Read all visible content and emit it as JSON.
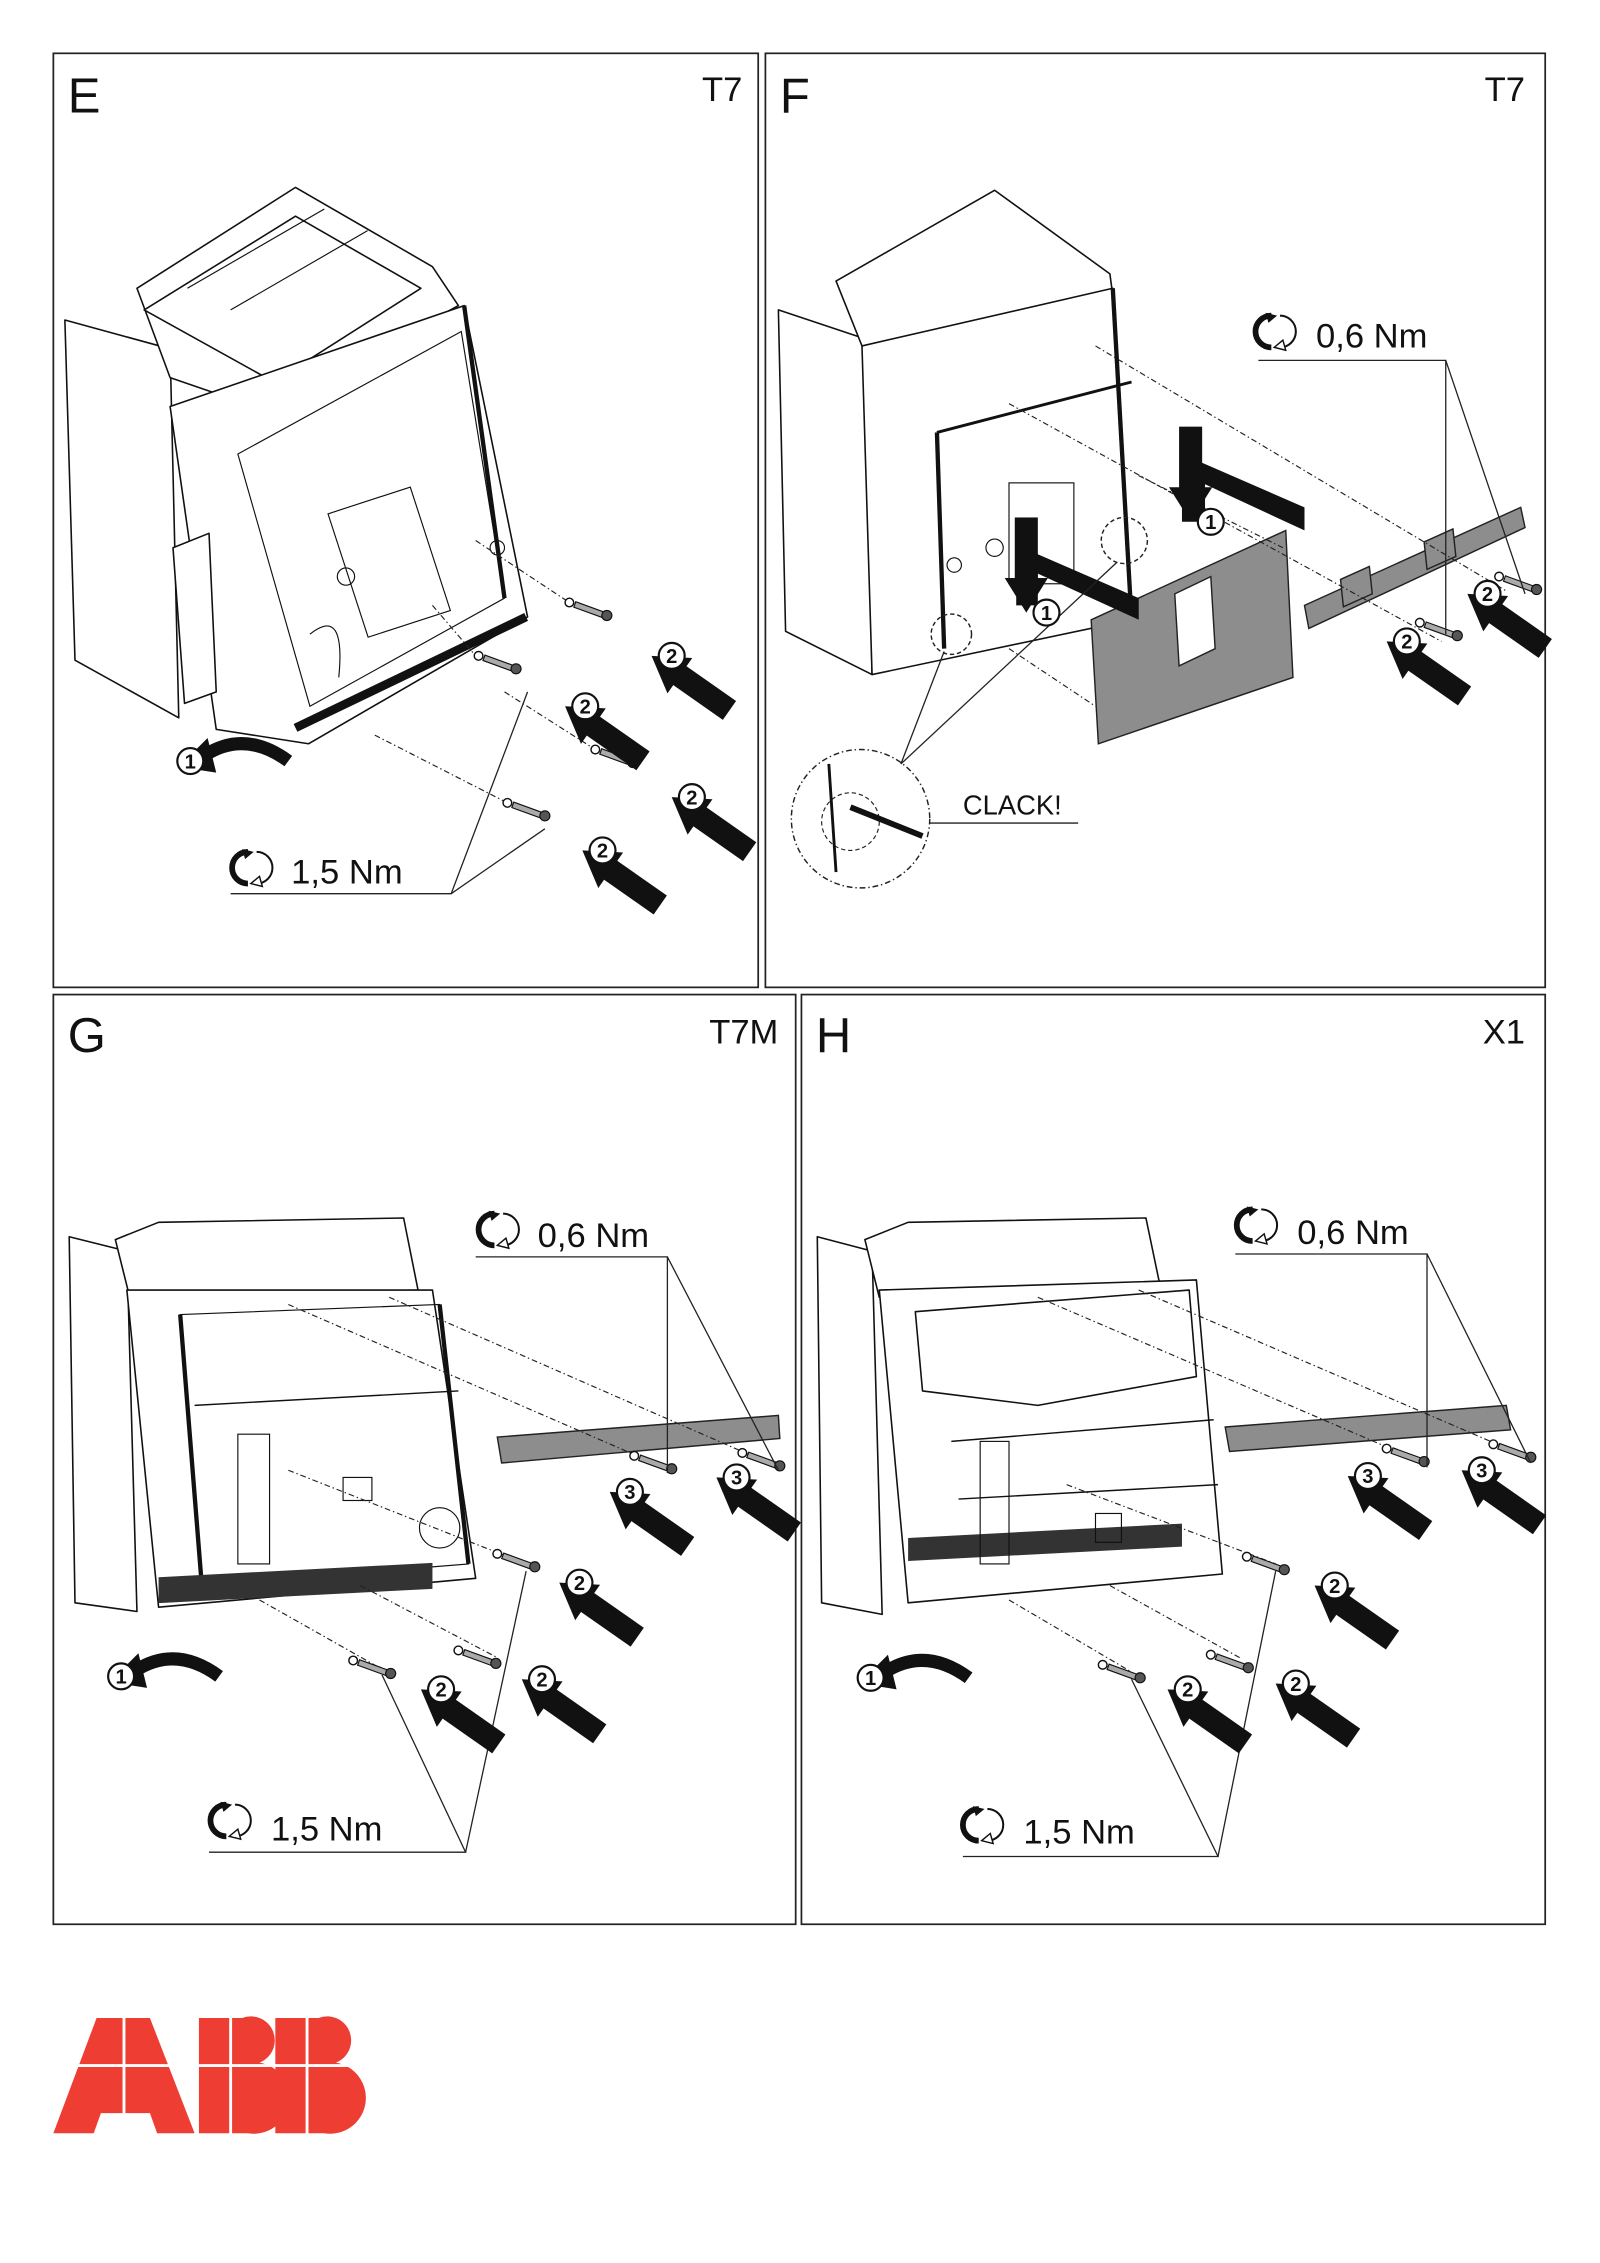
{
  "panels": [
    {
      "letter": "E",
      "model": "T7",
      "torque": [
        "1,5 Nm"
      ],
      "steps": [
        "1",
        "2",
        "2",
        "2",
        "2"
      ]
    },
    {
      "letter": "F",
      "model": "T7",
      "torque": [
        "0,6 Nm"
      ],
      "callout": "CLACK!",
      "steps": [
        "1",
        "1",
        "2",
        "2"
      ]
    },
    {
      "letter": "G",
      "model": "T7M",
      "torque": [
        "0,6 Nm",
        "1,5 Nm"
      ],
      "steps": [
        "1",
        "2",
        "2",
        "2",
        "3",
        "3"
      ]
    },
    {
      "letter": "H",
      "model": "X1",
      "torque": [
        "0,6 Nm",
        "1,5 Nm"
      ],
      "steps": [
        "1",
        "2",
        "2",
        "2",
        "3",
        "3"
      ]
    }
  ],
  "logo": {
    "text": "ABB",
    "color": "#ee3d33"
  }
}
